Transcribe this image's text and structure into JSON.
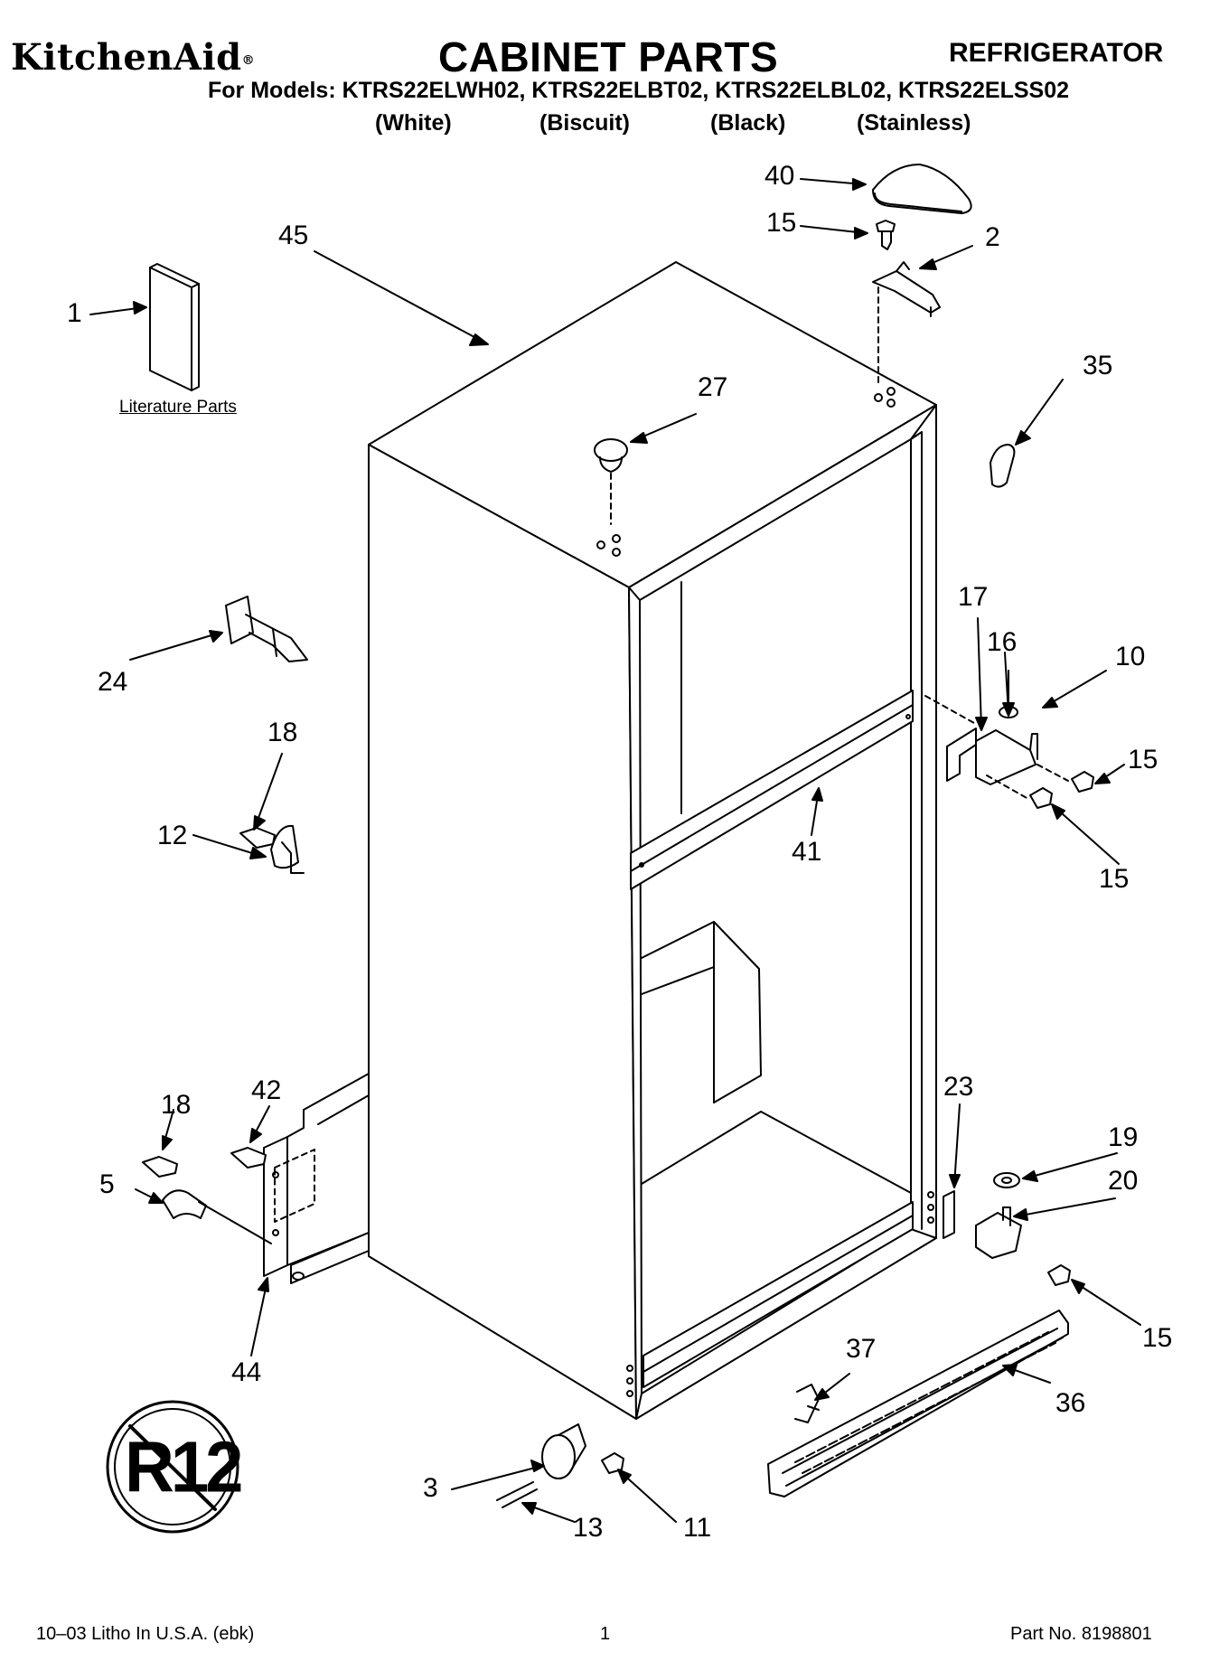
{
  "header": {
    "brand": "KitchenAid",
    "brand_mark": "®",
    "title": "CABINET PARTS",
    "product": "REFRIGERATOR",
    "models_line": "For Models: KTRS22ELWH02, KTRS22ELBT02, KTRS22ELBL02, KTRS22ELSS02",
    "colors": [
      "(White)",
      "(Biscuit)",
      "(Black)",
      "(Stainless)"
    ]
  },
  "literature_label": "Literature Parts",
  "badge_text": "R12",
  "callouts": [
    "1",
    "2",
    "3",
    "5",
    "10",
    "11",
    "12",
    "13",
    "15",
    "15",
    "15",
    "15",
    "16",
    "17",
    "18",
    "18",
    "19",
    "20",
    "23",
    "24",
    "27",
    "35",
    "36",
    "37",
    "40",
    "41",
    "42",
    "44",
    "45"
  ],
  "footer": {
    "left": "10–03 Litho In U.S.A. (ebk)",
    "center": "1",
    "right": "Part No. 8198801"
  }
}
